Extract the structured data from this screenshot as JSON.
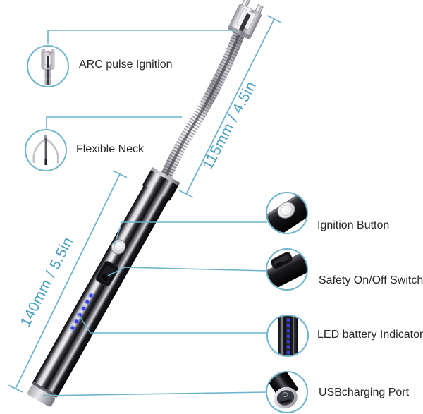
{
  "figure": {
    "type": "annotated-product-diagram",
    "subject": "flexible-neck-arc-lighter"
  },
  "colors": {
    "background": "#ffffff",
    "accent_teal_lines": "#6fb3cd",
    "dimension_text": "#4b9fc2",
    "label_text": "#262626",
    "led_blue": "#3340ee"
  },
  "callouts": {
    "arc": {
      "label": "ARC pulse Ignition",
      "icon": "arc-tip-icon"
    },
    "flex": {
      "label": "Flexible Neck",
      "icon": "flexible-neck-icon"
    },
    "ignition": {
      "label": "Ignition Button",
      "icon": "ignition-button-icon"
    },
    "safety": {
      "label": "Safety On/Off Switch",
      "icon": "safety-switch-icon"
    },
    "led": {
      "label": "LED battery Indicator",
      "icon": "led-indicator-icon"
    },
    "usb": {
      "label": "USBcharging Port",
      "icon": "usb-port-icon"
    }
  },
  "measurements": {
    "neck": {
      "label": "115mm / 4.5in",
      "mm": 115,
      "in": 4.5
    },
    "body": {
      "label": "140mm / 5.5in",
      "mm": 140,
      "in": 5.5
    }
  }
}
